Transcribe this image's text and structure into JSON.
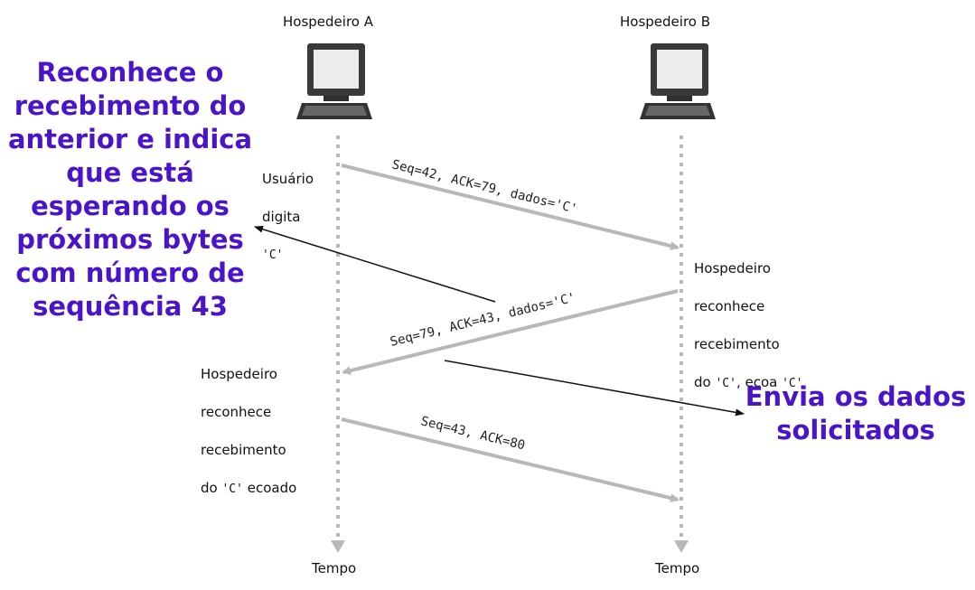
{
  "hosts": {
    "a_label": "Hospedeiro A",
    "b_label": "Hospedeiro B"
  },
  "time_label_a": "Tempo",
  "time_label_b": "Tempo",
  "messages": [
    {
      "text": "Seq=42, ACK=79, dados='C'"
    },
    {
      "text": "Seq=79, ACK=43, dados='C'"
    },
    {
      "text": "Seq=43, ACK=80"
    }
  ],
  "notes": {
    "user_types": [
      "Usuário",
      "digita",
      "'C'"
    ],
    "host_b_ack": {
      "lines": [
        "Hospedeiro",
        "reconhece",
        "recebimento"
      ],
      "last_prefix": "do ",
      "last_code1": "'C'",
      "last_mid": ", ecoa ",
      "last_code2": "'C'"
    },
    "host_a_ack": {
      "lines": [
        "Hospedeiro",
        "reconhece",
        "recebimento"
      ],
      "last_prefix": "do ",
      "last_code": "'C'",
      "last_suffix": " ecoado"
    }
  },
  "annotations": {
    "left": "Reconhece o\nrecebimento do\nanterior e indica\nque está\nesperando os\npróximos bytes\ncom número de\nsequência 43",
    "right": "Envia os dados\nsolicitados",
    "color": "#4a14c8"
  },
  "icons": [
    "computer-icon",
    "computer-icon"
  ]
}
